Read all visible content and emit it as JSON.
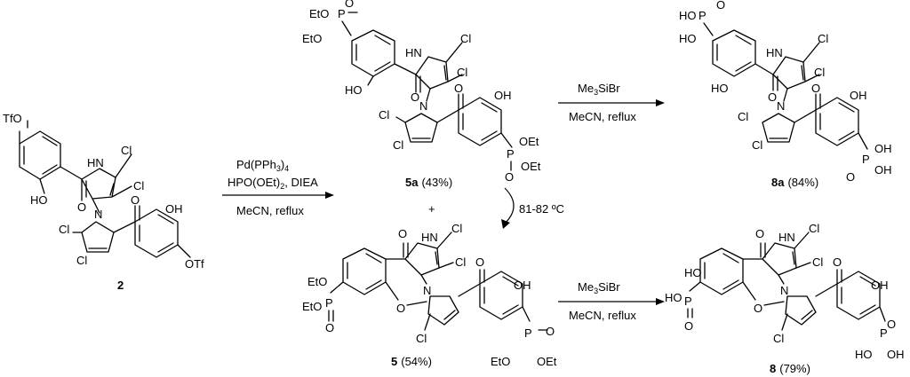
{
  "atoms": {
    "tfo": "TfO",
    "otf": "OTf",
    "ho": "HO",
    "oh": "OH",
    "hn": "HN",
    "n": "N",
    "o": "O",
    "cl": "Cl",
    "p": "P",
    "eto": "EtO",
    "oet": "OEt"
  },
  "compounds": {
    "c2": "2",
    "c5a": "5a",
    "c5a_yield": "(43%)",
    "c5": "5",
    "c5_yield": "(54%)",
    "c8a": "8a",
    "c8a_yield": "(84%)",
    "c8": "8",
    "c8_yield": "(79%)"
  },
  "plus": "+",
  "reagents": {
    "step1_line1_a": "Pd(PPh",
    "step1_line1_sub": "3",
    "step1_line1_b": ")",
    "step1_line1_sub2": "4",
    "step1_line2_a": "HPO(OEt)",
    "step1_line2_sub": "2",
    "step1_line2_b": ", DIEA",
    "step1_line3": "MeCN, reflux",
    "heat": "81-82 ºC",
    "tms_a": "Me",
    "tms_sub": "3",
    "tms_b": "SiBr",
    "tms_line2": "MeCN, reflux"
  }
}
